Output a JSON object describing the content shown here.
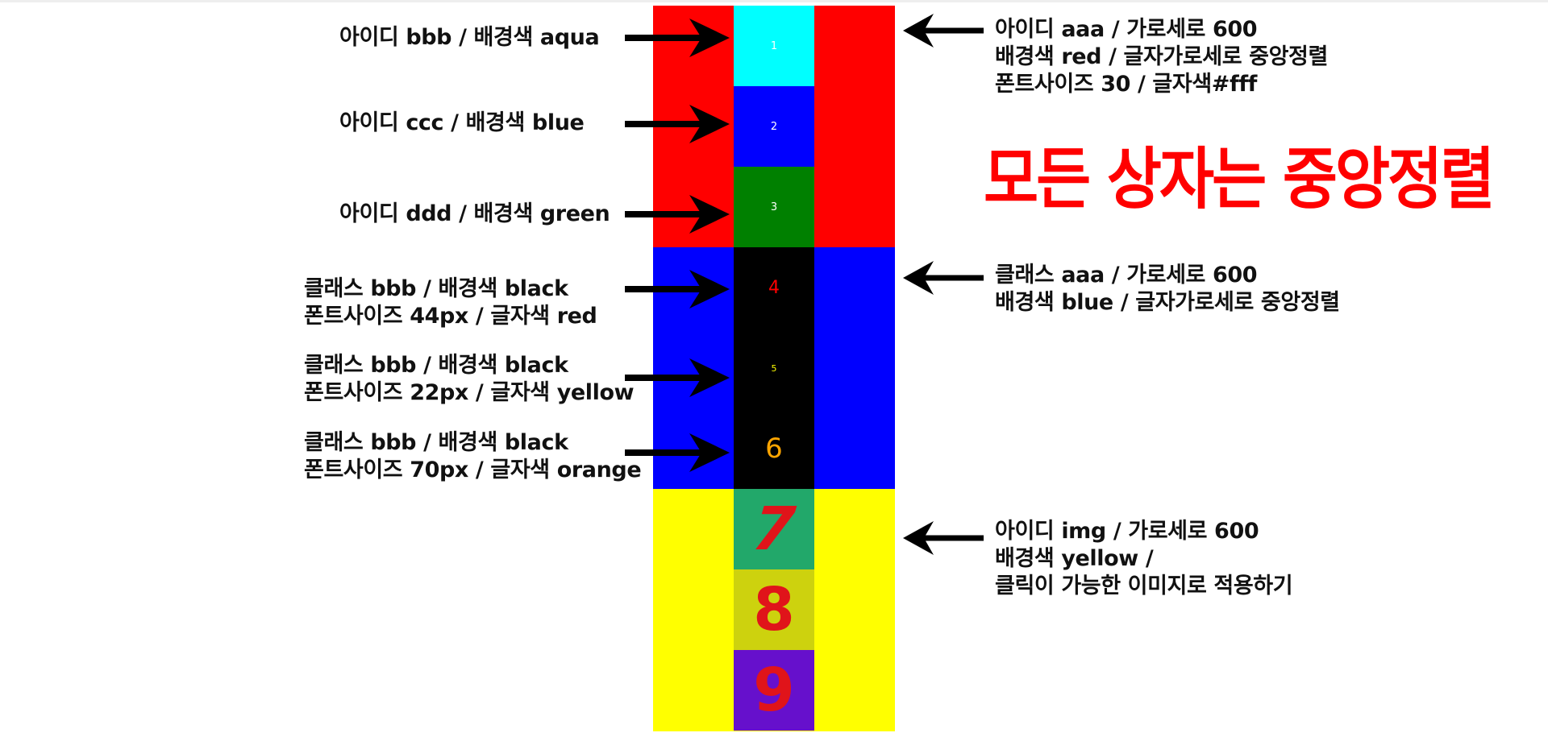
{
  "title": "모든 상자는 중앙정렬",
  "panels": {
    "red": {
      "boxes": [
        "1",
        "2",
        "3"
      ]
    },
    "blue": {
      "boxes": [
        "4",
        "5",
        "6"
      ]
    },
    "yellow": {
      "boxes": [
        "7",
        "8",
        "9"
      ]
    }
  },
  "left_labels": {
    "bbb": "아이디 bbb / 배경색 aqua",
    "ccc": "아이디 ccc / 배경색 blue",
    "ddd": "아이디 ddd / 배경색 green",
    "class1": [
      "클래스 bbb / 배경색 black",
      "폰트사이즈 44px / 글자색 red"
    ],
    "class2": [
      "클래스 bbb / 배경색 black",
      "폰트사이즈 22px / 글자색 yellow"
    ],
    "class3": [
      "클래스 bbb / 배경색 black",
      "폰트사이즈 70px / 글자색 orange"
    ]
  },
  "right_labels": {
    "aaa_id": [
      "아이디 aaa / 가로세로 600",
      "배경색 red / 글자가로세로 중앙정렬",
      "폰트사이즈 30 / 글자색#fff"
    ],
    "aaa_class": [
      "클래스 aaa / 가로세로 600",
      "배경색 blue / 글자가로세로 중앙정렬"
    ],
    "img": [
      "아이디 img / 가로세로 600",
      "배경색 yellow /",
      "클릭이 가능한 이미지로 적용하기"
    ]
  },
  "colors": {
    "red": "#ff0000",
    "blue": "#0000ff",
    "yellow": "#ffff00",
    "aqua": "#00ffff",
    "green": "#008000",
    "black": "#000000",
    "orange": "#ffa500"
  },
  "icons": [
    "arrow-right-icon",
    "arrow-left-icon"
  ]
}
